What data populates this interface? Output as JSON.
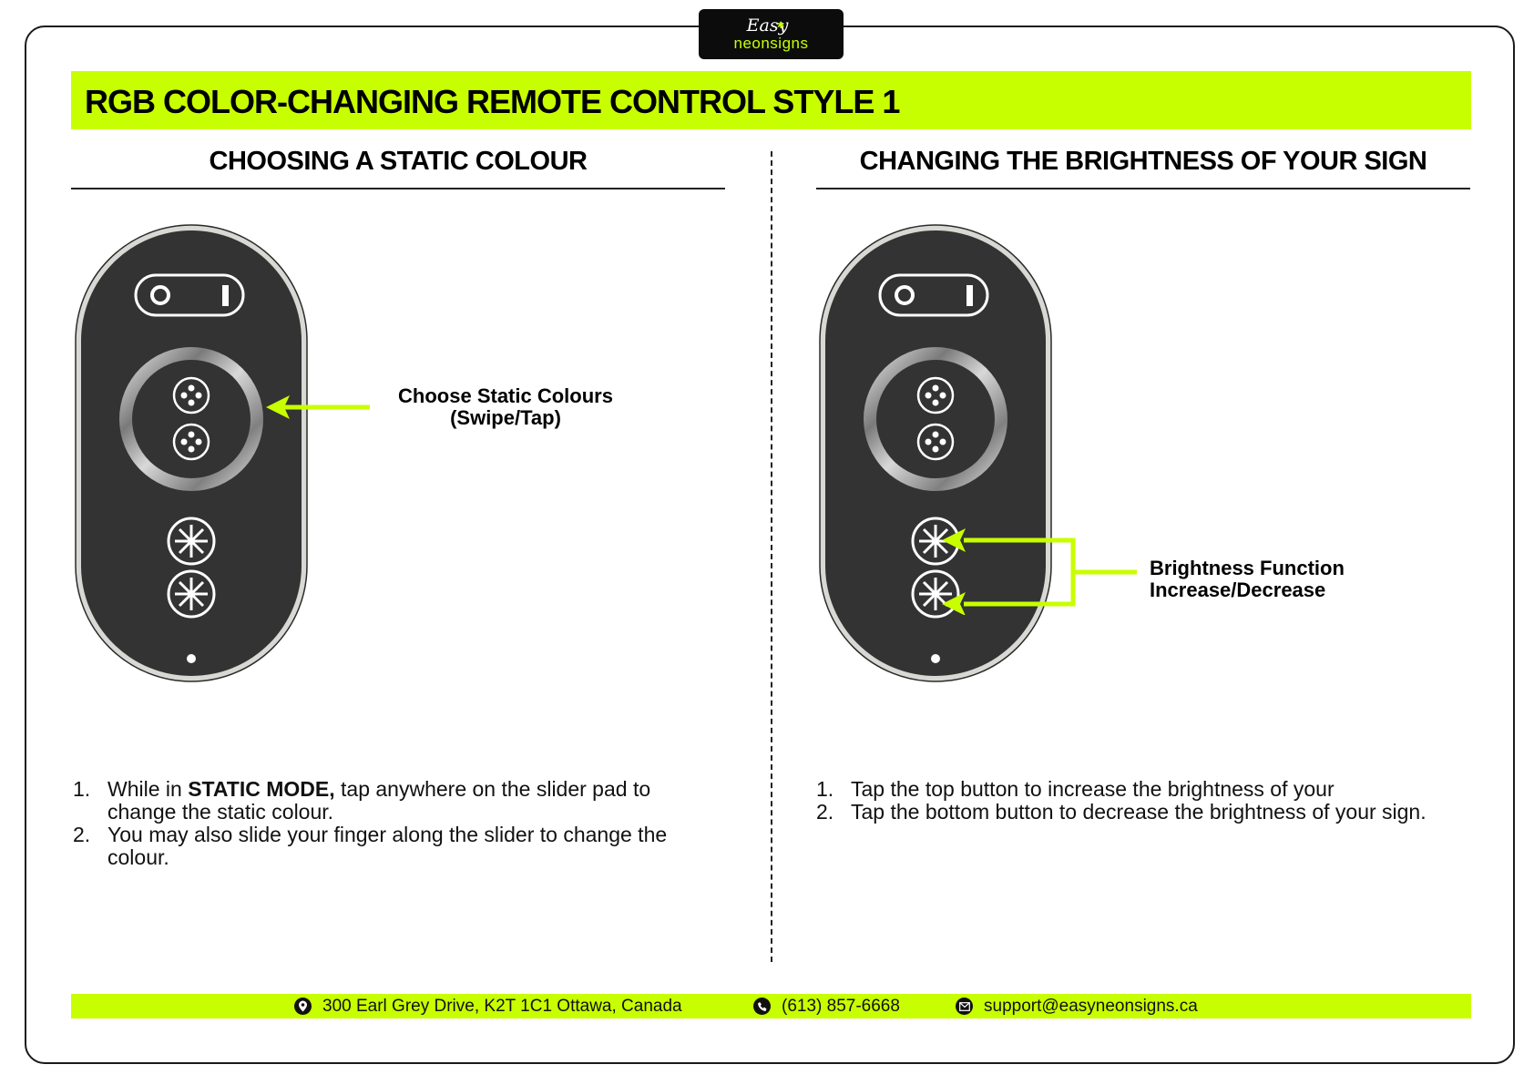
{
  "logo": {
    "line1": "Easy",
    "line2": "neonsigns",
    "star": "✱"
  },
  "header": {
    "title": "RGB COLOR-CHANGING REMOTE CONTROL STYLE 1"
  },
  "sections": [
    {
      "title": "CHOOSING A STATIC COLOUR",
      "callout": {
        "line1": "Choose Static Colours",
        "line2": "(Swipe/Tap)"
      },
      "instructions": [
        {
          "num": "1.",
          "prefix": "While in ",
          "bold": "STATIC MODE,",
          "text": " tap anywhere on the slider pad to change the static colour."
        },
        {
          "num": "2.",
          "text": "You may also slide your finger along the slider to change the colour."
        }
      ]
    },
    {
      "title": "CHANGING THE BRIGHTNESS OF YOUR SIGN",
      "callout": {
        "line1": "Brightness Function",
        "line2": "Increase/Decrease"
      },
      "instructions": [
        {
          "num": "1.",
          "text": "Tap the top button to increase the brightness of your"
        },
        {
          "num": "2.",
          "text": "Tap the bottom button to decrease the brightness of your sign."
        }
      ]
    }
  ],
  "footer": {
    "address": "300 Earl Grey Drive, K2T 1C1 Ottawa, Canada",
    "phone": "(613) 857-6668",
    "email": "support@easyneonsigns.ca"
  },
  "colors": {
    "accent": "#c8ff00",
    "remote_body": "#333333",
    "remote_rim": "#d8d8d4",
    "text": "#111111"
  }
}
